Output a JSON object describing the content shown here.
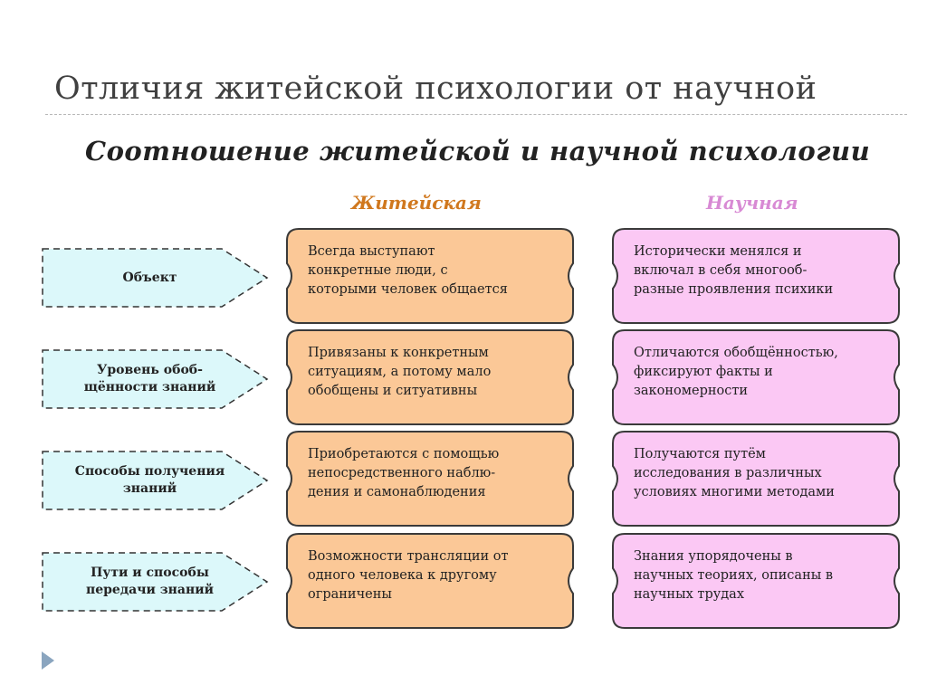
{
  "slide": {
    "title": "Отличия житейской психологии от научной"
  },
  "diagram": {
    "heading": "Соотношение житейской и научной психологии",
    "columns": {
      "everyday": "Житейская",
      "scientific": "Научная"
    },
    "rows": [
      {
        "criterion": "Объект",
        "everyday": "Всегда выступают\nконкретные люди, с\nкоторыми человек общается",
        "scientific": "Исторически менялся и\nвключал в себя многооб-\nразные проявления психики"
      },
      {
        "criterion": "Уровень обоб-\nщённости знаний",
        "everyday": "Привязаны к конкретным\nситуациям, а потому мало\nобобщены и ситуативны",
        "scientific": "Отличаются обобщённостью,\nфиксируют факты и\nзакономерности"
      },
      {
        "criterion": "Способы получения\nзнаний",
        "everyday": "Приобретаются с помощью\nнепосредственного наблю-\nдения и самонаблюдения",
        "scientific": "Получаются путём\nисследования в различных\nусловиях многими методами"
      },
      {
        "criterion": "Пути и способы\nпередачи знаний",
        "everyday": "Возможности трансляции от\nодного человека к другому\nограничены",
        "scientific": "Знания упорядочены в\nнаучных теориях, описаны в\nнаучных трудах"
      }
    ]
  },
  "colors": {
    "criterion_fill": "#dcf8fa",
    "everyday_fill": "#fbc897",
    "scientific_fill": "#fbc8f4",
    "card_stroke": "#3a3a3a"
  },
  "icons": {
    "nav": "play-triangle-icon"
  }
}
